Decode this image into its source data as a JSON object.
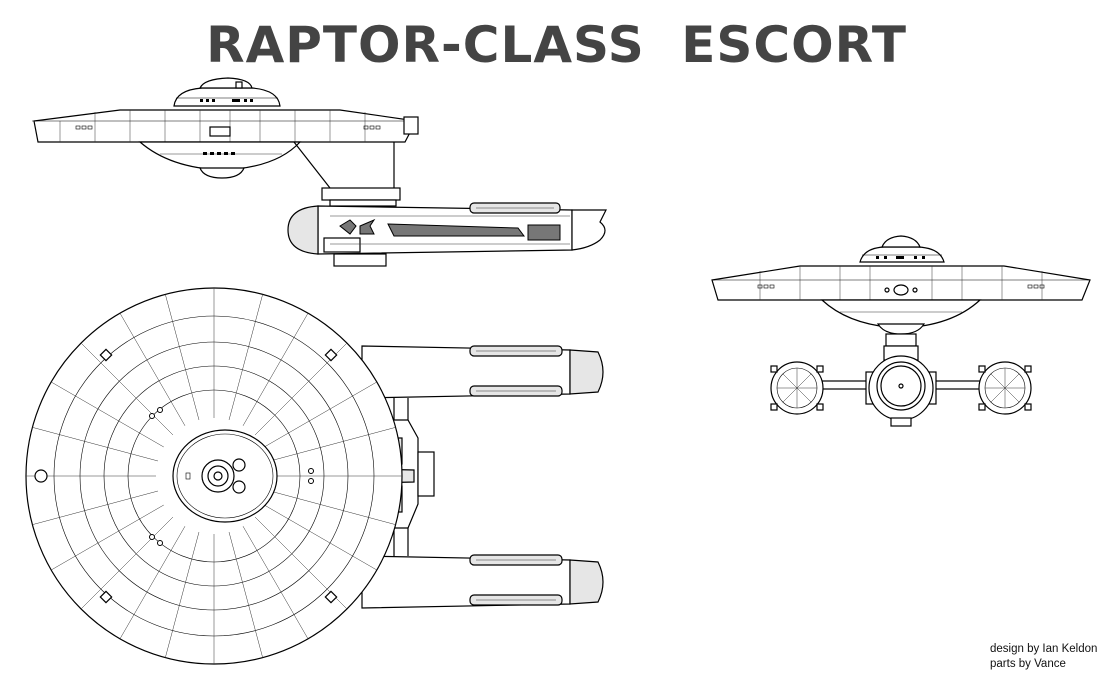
{
  "title": "RAPTOR-CLASS   ESCORT",
  "credits": {
    "design": "design by Ian Keldon",
    "parts": "parts by Vance"
  },
  "views": [
    "side-view",
    "top-view",
    "front-view"
  ],
  "colors": {
    "line": "#000000",
    "title": "#444444",
    "panel_fill": "#e6e6e6",
    "dark_fill": "#777777",
    "background": "#ffffff"
  }
}
